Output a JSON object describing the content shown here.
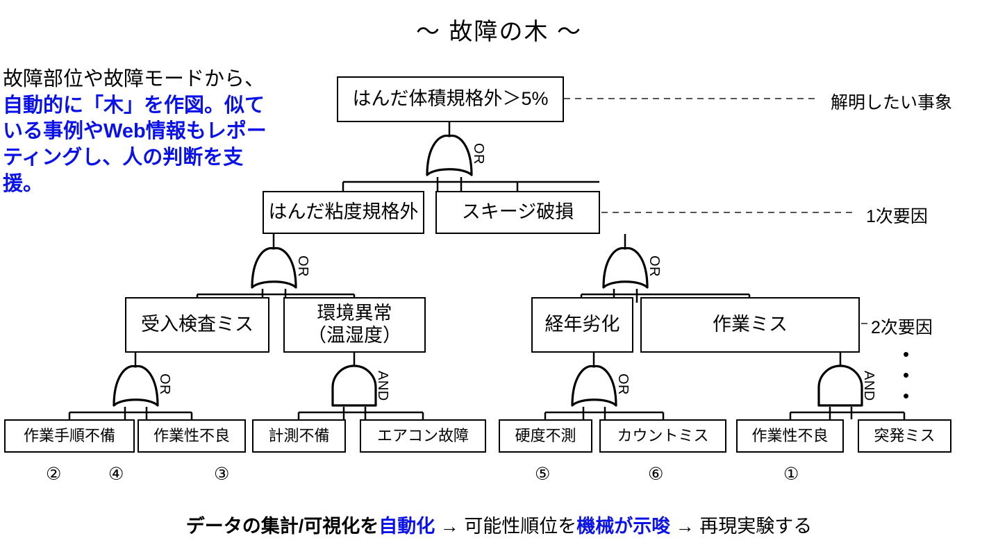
{
  "title": "〜 故障の木 〜",
  "lead": {
    "plain": "故障部位や故障モードから、",
    "highlight": "自動的に「木」を作図。似ている事例やWeb情報もレポーティングし、人の判断を支援。"
  },
  "colors": {
    "accent": "#0b12e8",
    "line": "#000000",
    "box_fill": "#ffffff"
  },
  "tree": {
    "top": {
      "label": "はんだ体積規格外＞5%"
    },
    "level1": [
      {
        "label": "はんだ粘度規格外"
      },
      {
        "label": "スキージ破損"
      }
    ],
    "level2": [
      {
        "label": "受入検査ミス"
      },
      {
        "label": "環境異常\n（温湿度）"
      },
      {
        "label": "経年劣化"
      },
      {
        "label": "作業ミス"
      }
    ],
    "leaves": [
      {
        "label": "作業手順不備",
        "rank": "②"
      },
      {
        "label": "作業性不良",
        "rank": "④"
      },
      {
        "label": "計測不備",
        "rank": "③"
      },
      {
        "label": "エアコン故障",
        "rank": ""
      },
      {
        "label": "硬度不測",
        "rank": "⑤"
      },
      {
        "label": "カウントミス",
        "rank": "⑥"
      },
      {
        "label": "作業性不良",
        "rank": "①"
      },
      {
        "label": "突発ミス",
        "rank": ""
      }
    ],
    "gates": [
      {
        "type": "OR",
        "label": "OR"
      },
      {
        "type": "OR",
        "label": "OR"
      },
      {
        "type": "OR",
        "label": "OR"
      },
      {
        "type": "OR",
        "label": "OR"
      },
      {
        "type": "AND",
        "label": "AND"
      },
      {
        "type": "OR",
        "label": "OR"
      },
      {
        "type": "AND",
        "label": "AND"
      }
    ]
  },
  "side_labels": [
    {
      "text": "解明したい事象"
    },
    {
      "text": "1次要因"
    },
    {
      "text": "2次要因"
    }
  ],
  "ellipsis": "•\n•\n•",
  "caption": {
    "p1": "データの集計/可視化を",
    "h1": "自動化",
    "a1": " → ",
    "p2": "可能性順位を",
    "h2": "機械が示唆",
    "a2": " → ",
    "p3": "再現実験する"
  }
}
